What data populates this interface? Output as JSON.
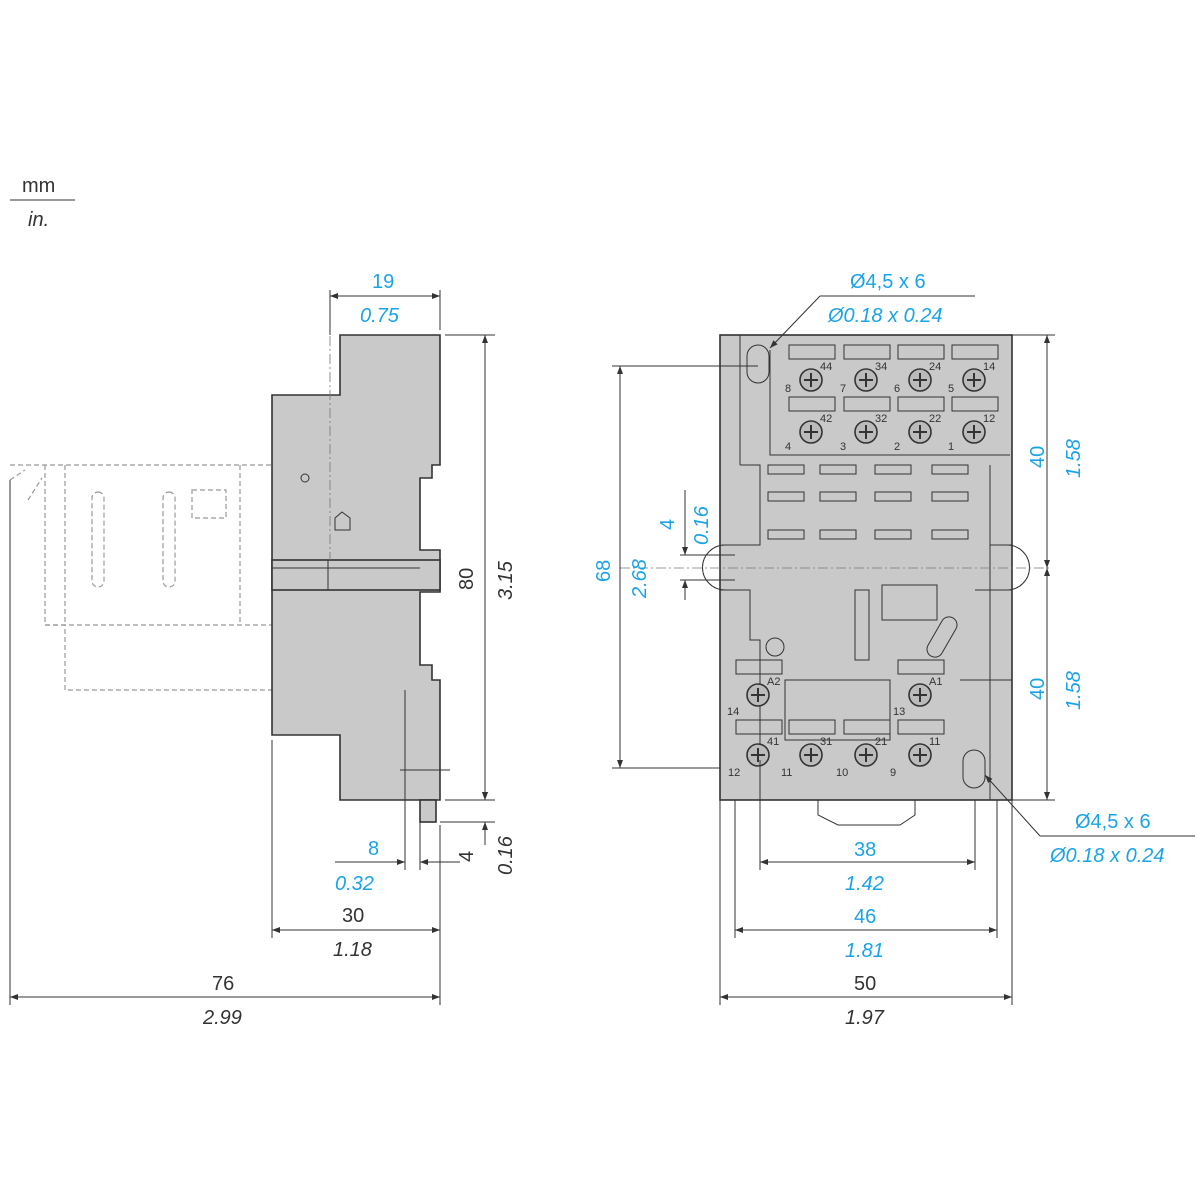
{
  "units": {
    "mm": "mm",
    "in": "in."
  },
  "side_view": {
    "width_top": {
      "mm": "19",
      "in": "0.75"
    },
    "height": {
      "mm": "80",
      "in": "3.15"
    },
    "rail_offset": {
      "mm": "8",
      "in": "0.32"
    },
    "pin": {
      "mm": "4",
      "in": "0.16"
    },
    "depth": {
      "mm": "30",
      "in": "1.18"
    },
    "total_depth": {
      "mm": "76",
      "in": "2.99"
    }
  },
  "front_view": {
    "hole_top": {
      "mm": "Ø4,5 x 6",
      "in": "Ø0.18 x 0.24"
    },
    "hole_bottom": {
      "mm": "Ø4,5 x 6",
      "in": "Ø0.18 x 0.24"
    },
    "hole_spacing": {
      "mm": "68",
      "in": "2.68"
    },
    "slot": {
      "mm": "4",
      "in": "0.16"
    },
    "upper_half": {
      "mm": "40",
      "in": "1.58"
    },
    "lower_half": {
      "mm": "40",
      "in": "1.58"
    },
    "span_38": {
      "mm": "38",
      "in": "1.42"
    },
    "span_46": {
      "mm": "46",
      "in": "1.81"
    },
    "width": {
      "mm": "50",
      "in": "1.97"
    },
    "terminals_row1": [
      {
        "n": "44",
        "p": "8"
      },
      {
        "n": "34",
        "p": "7"
      },
      {
        "n": "24",
        "p": "6"
      },
      {
        "n": "14",
        "p": "5"
      }
    ],
    "terminals_row2": [
      {
        "n": "42",
        "p": "4"
      },
      {
        "n": "32",
        "p": "3"
      },
      {
        "n": "22",
        "p": "2"
      },
      {
        "n": "12",
        "p": "1"
      }
    ],
    "coil": [
      {
        "n": "A2",
        "p": "14"
      },
      {
        "n": "A1",
        "p": "13"
      }
    ],
    "terminals_row4": [
      {
        "n": "41",
        "p": "12"
      },
      {
        "n": "31",
        "p": "11"
      },
      {
        "n": "21",
        "p": "10"
      },
      {
        "n": "11",
        "p": "9"
      }
    ]
  }
}
